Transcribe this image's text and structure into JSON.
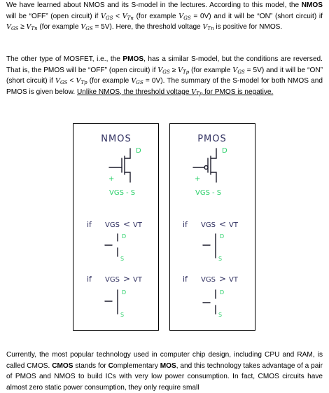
{
  "p1": {
    "t1": "We have learned about NMOS and its S-model in the lectures. According to this model, the ",
    "b1": "NMOS",
    "t2": " will be “OFF” (open circuit) if ",
    "m1": "V",
    "m1s": "GS",
    "t3": " < ",
    "m2": "V",
    "m2s": "Tn",
    "t4": " (for example ",
    "m3": "V",
    "m3s": "GS",
    "t5": " = 0V) and it will be “ON” (short circuit) if ",
    "m4": "V",
    "m4s": "GS",
    "t6": " ≥ ",
    "m5": "V",
    "m5s": "Tn",
    "t7": " (for example ",
    "m6": "V",
    "m6s": "GS",
    "t8": " = 5V). Here, the threshold voltage ",
    "m7": "V",
    "m7s": "Tn",
    "t9": " is positive for NMOS."
  },
  "p2": {
    "t1": "The other type of MOSFET, i.e., the ",
    "b1": "PMOS",
    "t2": ", has a similar S-model, but the conditions are reversed. That is, the PMOS will be “OFF” (open circuit) if ",
    "m1": "V",
    "m1s": "GS",
    "t3": " ≥ ",
    "m2": "V",
    "m2s": "Tp",
    "t4": " (for example ",
    "m3": "V",
    "m3s": "GS",
    "t5": " = 5V) and it will be “ON” (short circuit) if ",
    "m4": "V",
    "m4s": "GS",
    "t6": " < ",
    "m5": "V",
    "m5s": "Tp",
    "t7": " (for example ",
    "m6": "V",
    "m6s": "GS",
    "t8": " = 0V). The summary of the S-model for both NMOS and PMOS is given below. ",
    "u1": "Unlike NMOS, the threshold voltage ",
    "m7": "V",
    "m7s": "Tp",
    "u2": " for PMOS is negative."
  },
  "figure": {
    "nmos_title": "NMOS",
    "pmos_title": "PMOS",
    "drain": "D",
    "source": "S",
    "gate_plus": "+",
    "vgs_label": "VGS",
    "vgs_dash": "- S",
    "cond_if": "if",
    "cond_vgs": "VGS",
    "cond_less": "<",
    "cond_greater": ">",
    "cond_vt": "VT",
    "accent_color": "#2bd06a",
    "ink_color": "#303060"
  },
  "p3": {
    "t1": "Currently, the most popular technology used in computer chip design, including CPU and RAM, is called CMOS. ",
    "b1": "CMOS",
    "t2": " stands for ",
    "b2": "C",
    "t3": "omplementary ",
    "b3": "MOS",
    "t4": ", and this technology takes advantage of a pair of PMOS and NMOS to build ICs with very low power consumption. In fact, CMOS circuits have almost zero static power consumption, they only require small"
  }
}
